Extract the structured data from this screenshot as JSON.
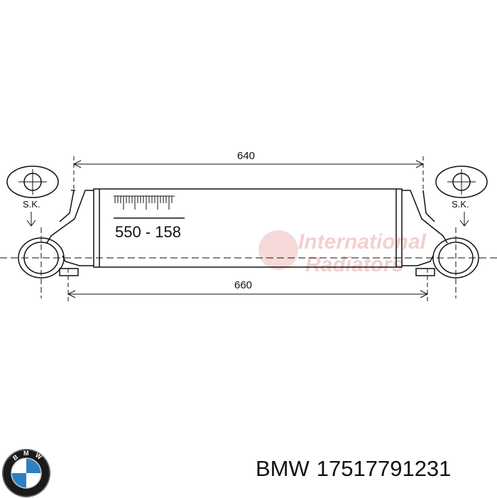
{
  "drawing": {
    "dim_top": "640",
    "dim_bottom": "660",
    "mark_left": "S.K.",
    "mark_right": "S.K.",
    "part_code": "550 - 158",
    "watermark_line1": "International",
    "watermark_line2": "Radiators"
  },
  "footer": {
    "brand": "BMW",
    "part_number": "17517791231"
  },
  "colors": {
    "line": "#111111",
    "watermark": "#f3d0d0",
    "bmw_blue": "#2f7fc1"
  }
}
